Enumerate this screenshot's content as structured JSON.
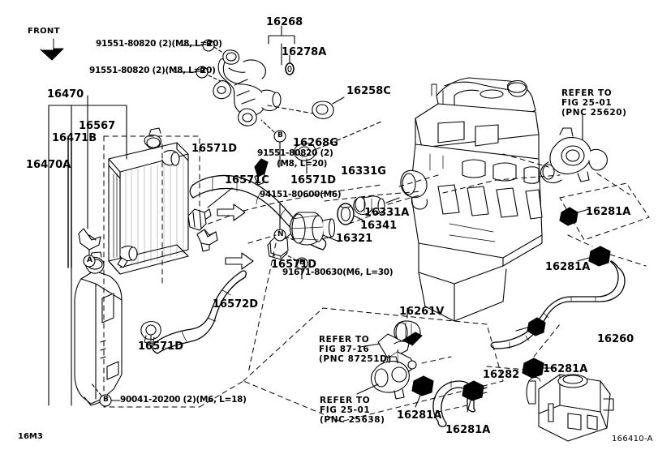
{
  "diagram": {
    "title": "Toyota Radiator & Water Outlet / Hose Assembly Parts Diagram",
    "corner_left_code": "16M3",
    "corner_right_code": "166410-A",
    "orientation_marker": "FRONT",
    "callout_letter_bolt": "B",
    "callout_letter_nut": "N",
    "callout_letter_clip": "A"
  },
  "part_numbers": {
    "p16470": "16470",
    "p16471B": "16471B",
    "p16470A": "16470A",
    "p16567": "16567",
    "p16571D_a": "16571D",
    "p16571C": "16571C",
    "p16571D_b": "16571D",
    "p16571D_c": "16571D",
    "p16571D_d": "16571D",
    "p16572D": "16572D",
    "p16268": "16268",
    "p16278A": "16278A",
    "p16258C": "16258C",
    "p16268G": "16268G",
    "p16331G": "16331G",
    "p16331A": "16331A",
    "p16341": "16341",
    "p16321": "16321",
    "p16281A_a": "16281A",
    "p16281A_b": "16281A",
    "p16281A_c": "16281A",
    "p16281A_d": "16281A",
    "p16281A_e": "16281A",
    "p16260": "16260",
    "p16261V": "16261V",
    "p16282": "16282"
  },
  "fasteners": {
    "f1_line": "91551-80820 (2)(M8, L=20)",
    "f2_line": "91551-80820 (2)(M8, L=20)",
    "f3_line1": "91551-80820 (2)",
    "f3_line2": "(M8, L=20)",
    "f4_line": "94151-80600(M6)",
    "f5_line": "91671-80630(M6, L=30)",
    "f6_line": "90041-20200 (2)(M6, L=18)"
  },
  "references": {
    "ref1": {
      "line1": "REFER TO",
      "line2": "FIG 25-01",
      "line3": "(PNC 25620)"
    },
    "ref2": {
      "line1": "REFER TO",
      "line2": "FIG 87-16",
      "line3": "(PNC 87251D)"
    },
    "ref3": {
      "line1": "REFER TO",
      "line2": "FIG 25-01",
      "line3": "(PNC 25638)"
    }
  },
  "colors": {
    "ink": "#000000",
    "paper": "#ffffff"
  }
}
